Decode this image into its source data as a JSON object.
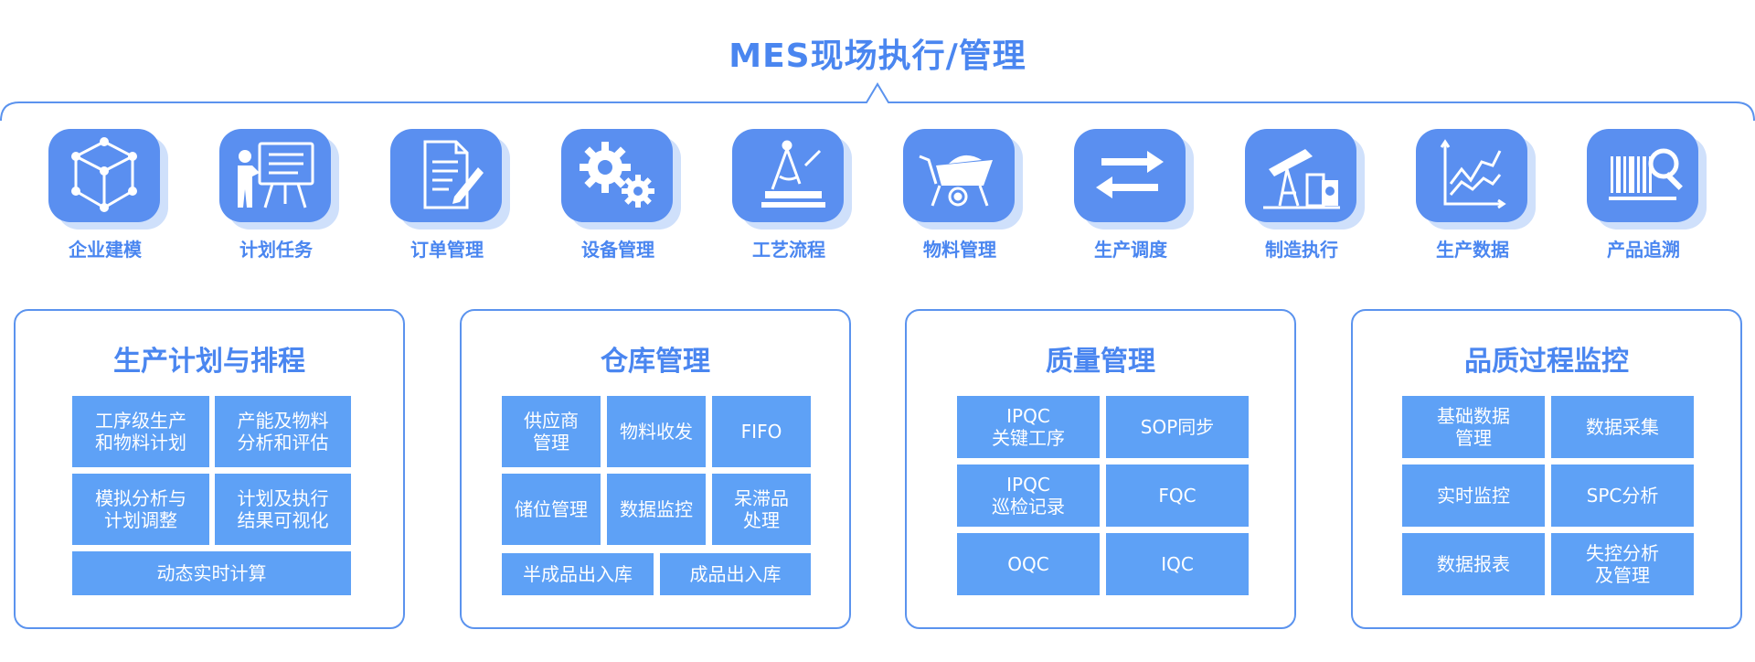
{
  "header": {
    "title": "MES现场执行/管理"
  },
  "modules": [
    {
      "label": "企业建模",
      "icon": "cube-network-icon"
    },
    {
      "label": "计划任务",
      "icon": "presentation-icon"
    },
    {
      "label": "订单管理",
      "icon": "order-document-icon"
    },
    {
      "label": "设备管理",
      "icon": "gears-icon"
    },
    {
      "label": "工艺流程",
      "icon": "compass-tools-icon"
    },
    {
      "label": "物料管理",
      "icon": "wheelbarrow-icon"
    },
    {
      "label": "生产调度",
      "icon": "swap-arrows-icon"
    },
    {
      "label": "制造执行",
      "icon": "factory-pump-icon"
    },
    {
      "label": "生产数据",
      "icon": "line-chart-icon"
    },
    {
      "label": "产品追溯",
      "icon": "barcode-search-icon"
    }
  ],
  "panels": [
    {
      "title": "生产计划与排程",
      "cells": [
        "工序级生产\n和物料计划",
        "产能及物料\n分析和评估",
        "模拟分析与\n计划调整",
        "计划及执行\n结果可视化",
        "动态实时计算"
      ]
    },
    {
      "title": "仓库管理",
      "cells": [
        "供应商\n管理",
        "物料收发",
        "FIFO",
        "储位管理",
        "数据监控",
        "呆滞品\n处理",
        "半成品出入库",
        "成品出入库"
      ]
    },
    {
      "title": "质量管理",
      "cells": [
        "IPQC\n关键工序",
        "SOP同步",
        "IPQC\n巡检记录",
        "FQC",
        "OQC",
        "IQC"
      ]
    },
    {
      "title": "品质过程监控",
      "cells": [
        "基础数据\n管理",
        "数据采集",
        "实时监控",
        "SPC分析",
        "数据报表",
        "失控分析\n及管理"
      ]
    }
  ],
  "colors": {
    "accent": "#4a86f0",
    "cell": "#5ea1f6",
    "icon_bg": "#5a8ff0",
    "icon_shadow": "#cfe0fb",
    "border": "#5b93ee"
  }
}
